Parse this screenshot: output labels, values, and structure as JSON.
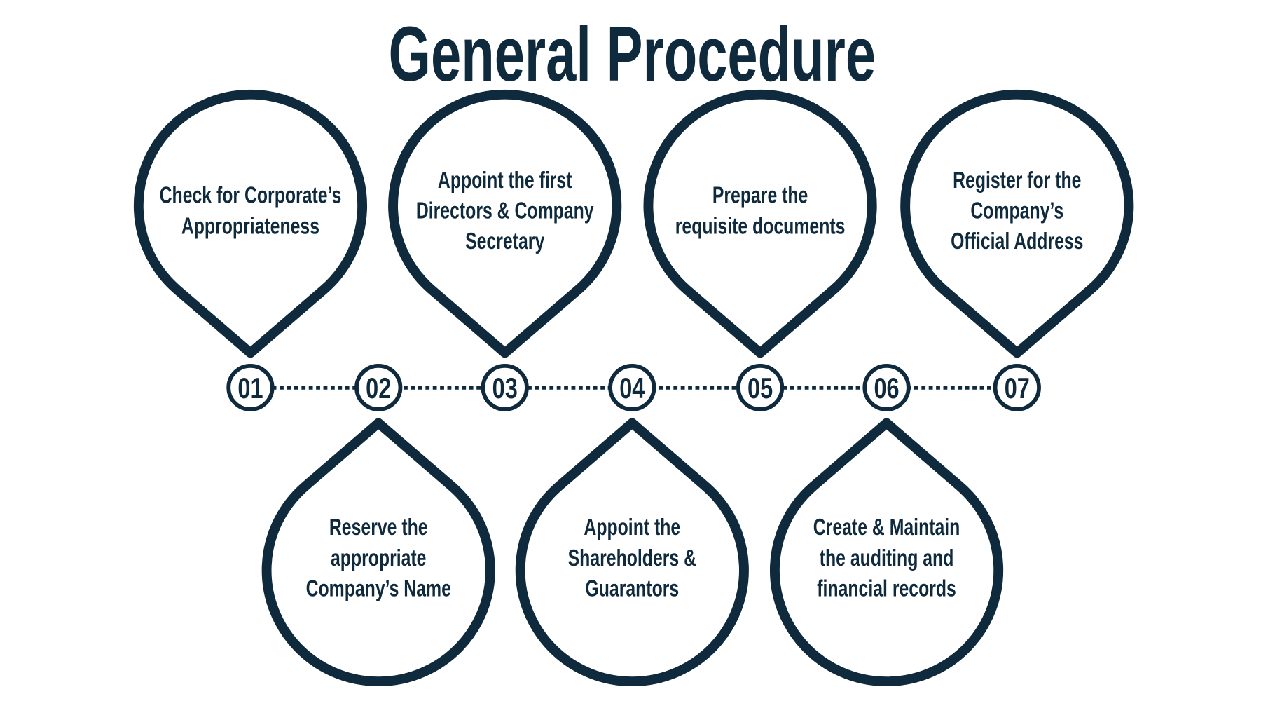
{
  "title": "General Procedure",
  "colors": {
    "primary": "#0f2a3d",
    "background": "#ffffff"
  },
  "steps": [
    {
      "number": "01",
      "position": "top",
      "lines": [
        "Check for Corporate’s",
        "Appropriateness"
      ]
    },
    {
      "number": "02",
      "position": "bottom",
      "lines": [
        "Reserve the",
        "appropriate",
        "Company’s Name"
      ]
    },
    {
      "number": "03",
      "position": "top",
      "lines": [
        "Appoint the first",
        "Directors & Company",
        "Secretary"
      ]
    },
    {
      "number": "04",
      "position": "bottom",
      "lines": [
        "Appoint the",
        "Shareholders &",
        "Guarantors"
      ]
    },
    {
      "number": "05",
      "position": "top",
      "lines": [
        "Prepare the",
        "requisite documents"
      ]
    },
    {
      "number": "06",
      "position": "bottom",
      "lines": [
        "Create & Maintain",
        "the auditing and",
        "financial records"
      ]
    },
    {
      "number": "07",
      "position": "top",
      "lines": [
        "Register for the",
        "Company’s",
        "Official Address"
      ]
    }
  ]
}
